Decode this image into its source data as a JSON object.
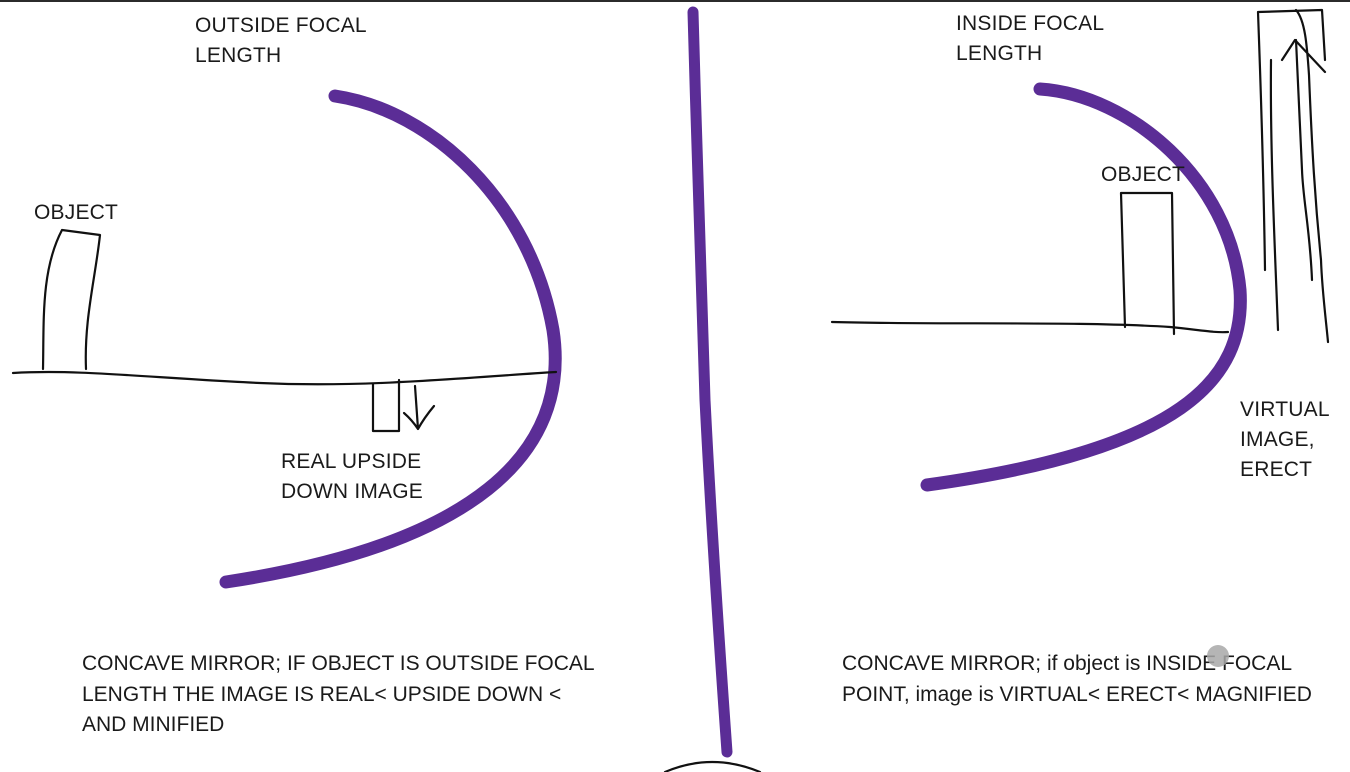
{
  "colors": {
    "mirror_stroke": "#5b2d96",
    "ink": "#111111",
    "background": "#ffffff",
    "cursor_dot": "#a8a8a8"
  },
  "left_panel": {
    "heading": "OUTSIDE FOCAL\nLENGTH",
    "object_label": "OBJECT",
    "image_label": "REAL UPSIDE\nDOWN IMAGE",
    "caption": "CONCAVE MIRROR; IF OBJECT IS OUTSIDE FOCAL LENGTH THE IMAGE IS REAL< UPSIDE DOWN < AND MINIFIED"
  },
  "right_panel": {
    "heading": "INSIDE FOCAL\nLENGTH",
    "object_label": "OBJECT",
    "image_label": "VIRTUAL\nIMAGE,\nERECT",
    "caption": "CONCAVE MIRROR; if object is INSIDE FOCAL POINT, image is VIRTUAL< ERECT< MAGNIFIED"
  }
}
